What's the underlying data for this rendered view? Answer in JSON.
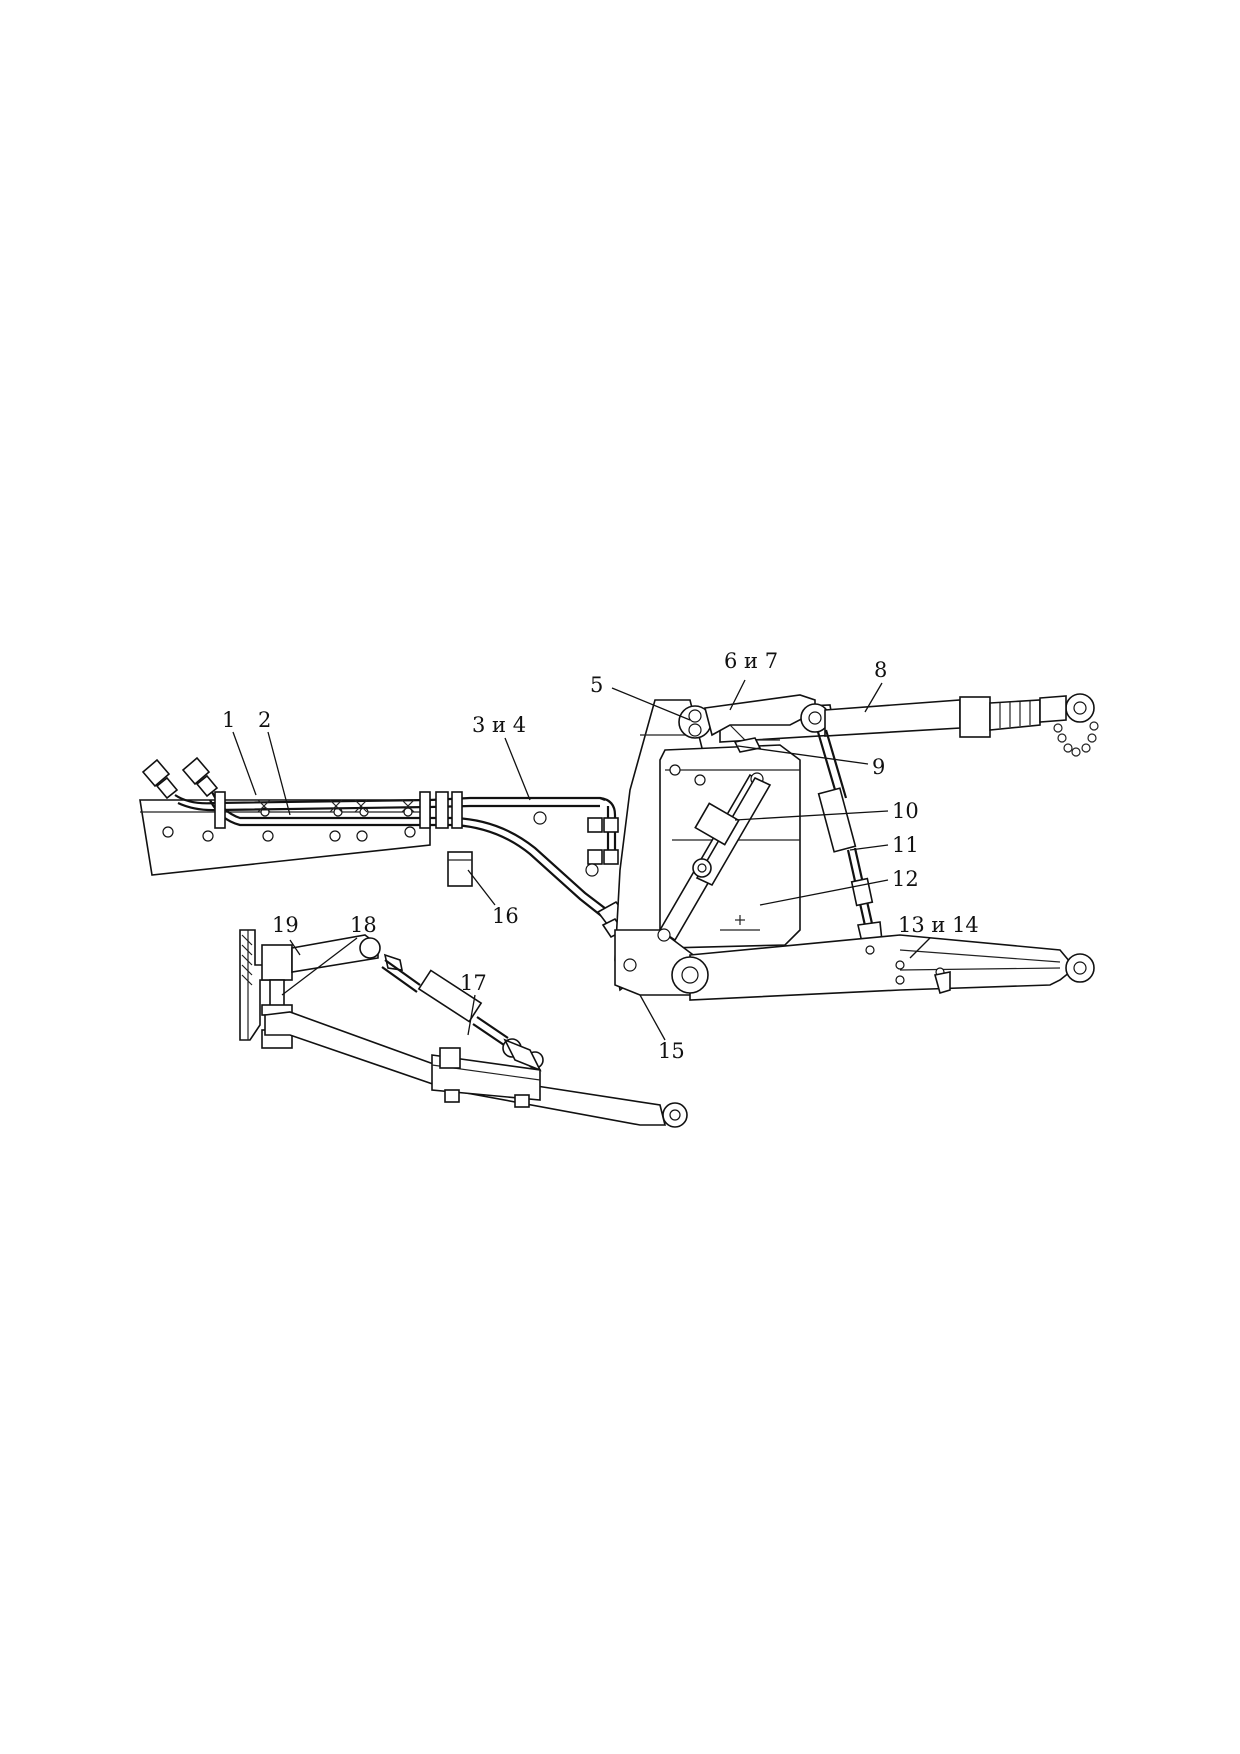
{
  "callouts": [
    {
      "id": "c1",
      "text": "1"
    },
    {
      "id": "c2",
      "text": "2"
    },
    {
      "id": "c3",
      "text": "3 и 4"
    },
    {
      "id": "c5",
      "text": "5"
    },
    {
      "id": "c6",
      "text": "6 и 7"
    },
    {
      "id": "c8",
      "text": "8"
    },
    {
      "id": "c9",
      "text": "9"
    },
    {
      "id": "c10",
      "text": "10"
    },
    {
      "id": "c11",
      "text": "11"
    },
    {
      "id": "c12",
      "text": "12"
    },
    {
      "id": "c13",
      "text": "13 и 14"
    },
    {
      "id": "c15",
      "text": "15"
    },
    {
      "id": "c16",
      "text": "16"
    },
    {
      "id": "c17",
      "text": "17"
    },
    {
      "id": "c18",
      "text": "18"
    },
    {
      "id": "c19",
      "text": "19"
    }
  ]
}
